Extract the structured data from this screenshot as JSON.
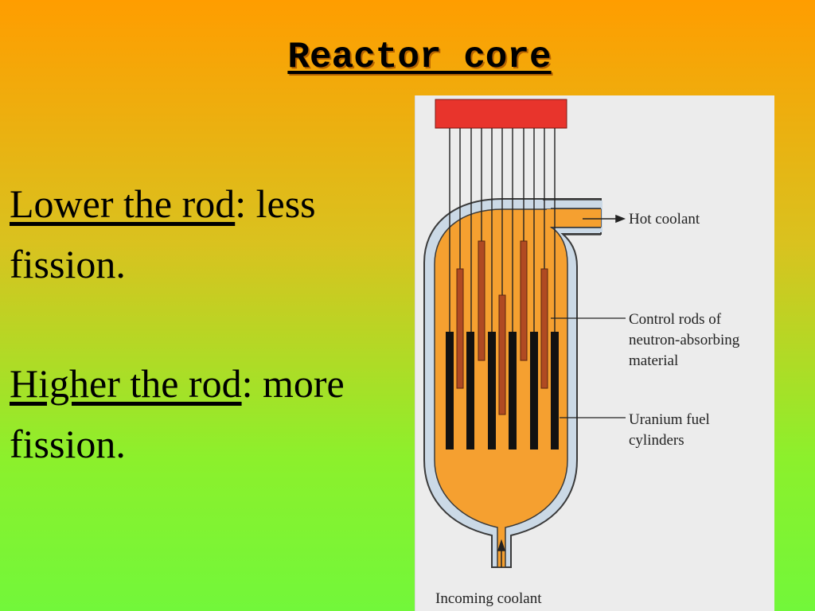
{
  "slide": {
    "title": "Reactor core"
  },
  "bullets": [
    {
      "underlined": "Lower the rod",
      "rest": ": less fission."
    },
    {
      "underlined": "Higher the rod",
      "rest": ": more fission."
    }
  ],
  "diagram": {
    "labels": {
      "hot_coolant": "Hot coolant",
      "control_rods": [
        "Control rods of",
        "neutron-absorbing",
        "material"
      ],
      "fuel": [
        "Uranium fuel",
        "cylinders"
      ],
      "incoming": "Incoming coolant"
    },
    "colors": {
      "coolant": "#f5a030",
      "vessel_wall": "#c9d8e6",
      "rod_drive": "#e8342c",
      "control_rod": "#b04a22",
      "fuel": "#111111"
    }
  }
}
